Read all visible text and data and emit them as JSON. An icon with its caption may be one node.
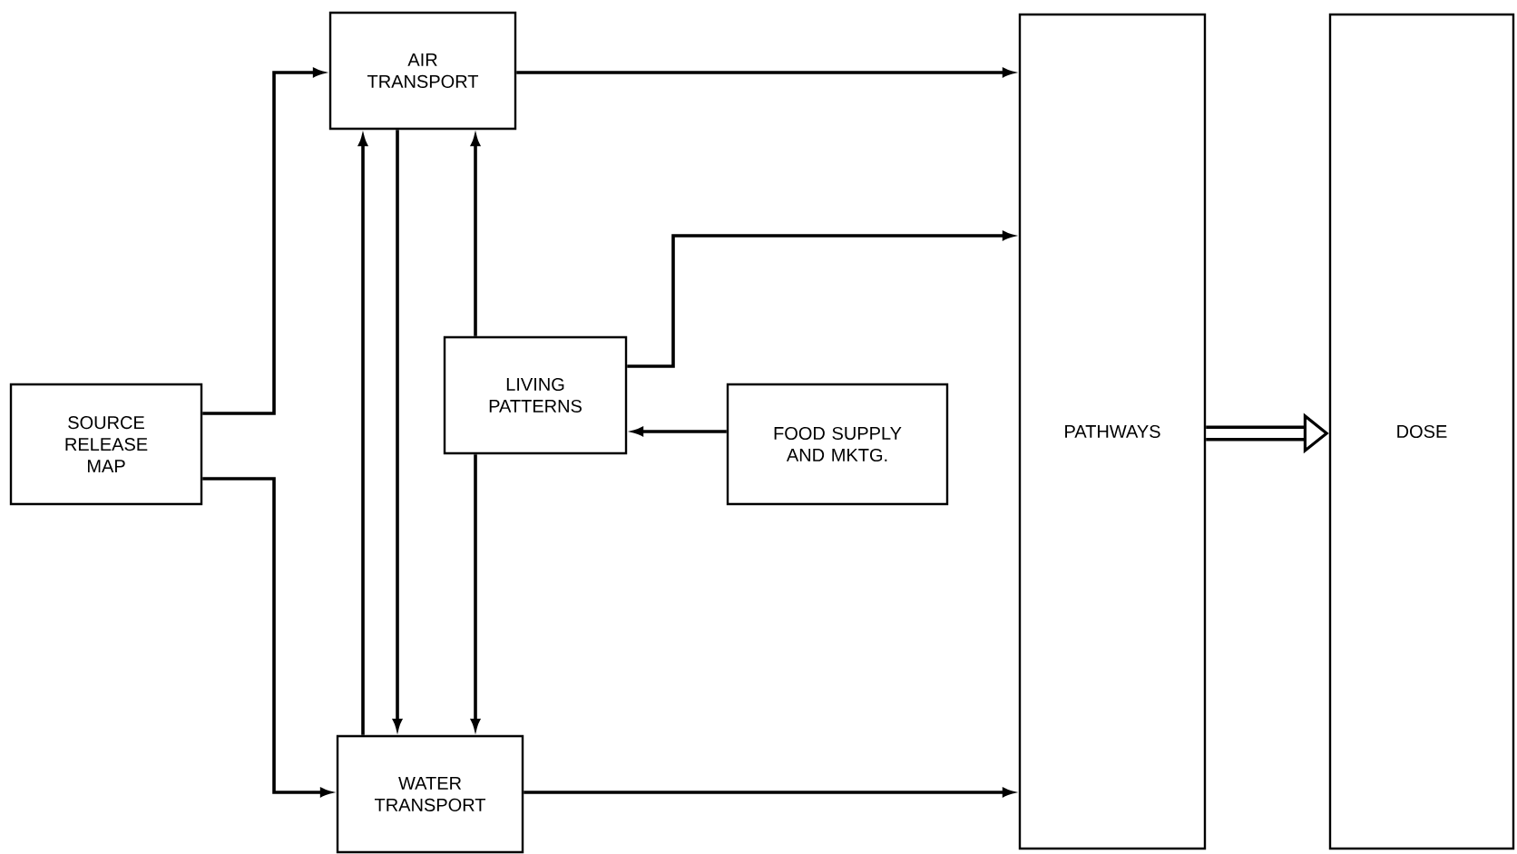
{
  "diagram": {
    "nodes": [
      {
        "text": [
          "SOURCE RELEASE MAP"
        ]
      },
      {
        "text": [
          "AIR TRANSPORT"
        ]
      },
      {
        "text": [
          "LIVING PATTERNS"
        ]
      },
      {
        "text": [
          "FOOD SUPPLY AND MKTG."
        ]
      },
      {
        "text": [
          "WATER TRANSPORT"
        ]
      },
      {
        "text": [
          "PATHWAYS"
        ]
      },
      {
        "text": [
          "DOSE"
        ]
      }
    ],
    "edges": [
      {
        "from": 0,
        "to": 1,
        "arrow": "to"
      },
      {
        "from": 0,
        "to": 4,
        "arrow": "to"
      },
      {
        "from": 4,
        "to": 1,
        "arrow": "to"
      },
      {
        "from": 1,
        "to": 4,
        "arrow": "to"
      },
      {
        "from": 2,
        "to": 1,
        "arrow": "to"
      },
      {
        "from": 2,
        "to": 4,
        "arrow": "to"
      },
      {
        "from": 3,
        "to": 2,
        "arrow": "to"
      },
      {
        "from": 1,
        "to": 5,
        "arrow": "to"
      },
      {
        "from": 2,
        "to": 5,
        "arrow": "to"
      },
      {
        "from": 4,
        "to": 5,
        "arrow": "to"
      },
      {
        "from": 5,
        "to": 6,
        "arrow": "to",
        "style": "thick"
      }
    ]
  }
}
